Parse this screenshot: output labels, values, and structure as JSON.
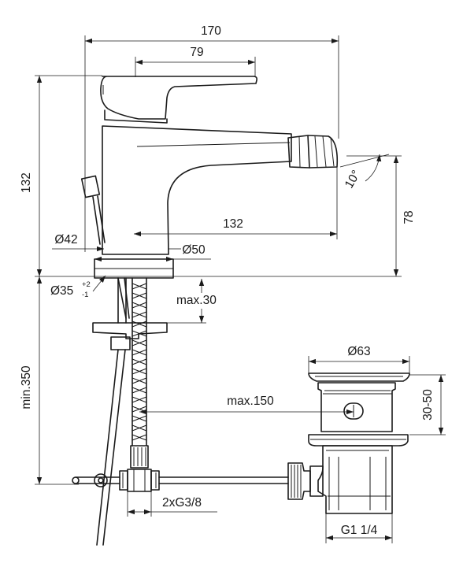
{
  "dimensions": {
    "total_width": "170",
    "handle_width": "79",
    "body_height": "132",
    "spout_reach": "132",
    "outlet_height": "78",
    "angle": "10°",
    "base_diameter": "Ø42",
    "collar_diameter": "Ø50",
    "hole_diameter": "Ø35",
    "tolerance_plus": "+2",
    "tolerance_minus": "-1",
    "deck_thickness": "max.30",
    "hose_length": "min.350",
    "waste_distance": "max.150",
    "connection": "2xG3/8",
    "plug_diameter": "Ø63",
    "plug_range": "30-50",
    "waste_thread": "G1 1/4"
  }
}
